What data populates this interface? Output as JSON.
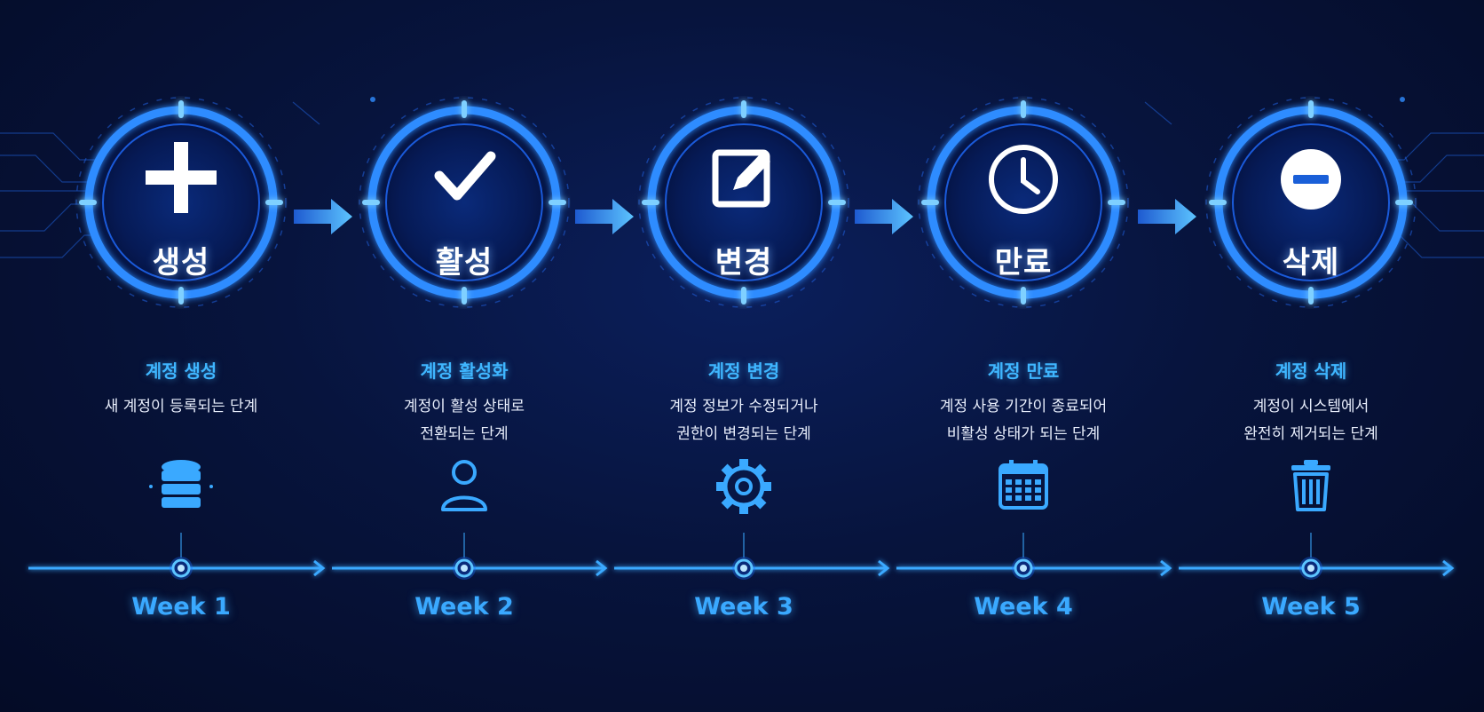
{
  "steps": [
    {
      "label": "생성",
      "title": "계정 생성",
      "desc": "새 계정이 등록되는 단계",
      "week": "Week 1"
    },
    {
      "label": "활성",
      "title": "계정 활성화",
      "desc": "계정이 활성 상태로\n전환되는 단계",
      "week": "Week 2"
    },
    {
      "label": "변경",
      "title": "계정 변경",
      "desc": "계정 정보가 수정되거나\n권한이 변경되는 단계",
      "week": "Week 3"
    },
    {
      "label": "만료",
      "title": "계정 만료",
      "desc": "계정 사용 기간이 종료되어\n비활성 상태가 되는 단계",
      "week": "Week 4"
    },
    {
      "label": "삭제",
      "title": "계정 삭제",
      "desc": "계정이 시스템에서\n완전히 제거되는 단계",
      "week": "Week 5"
    }
  ],
  "icons": {
    "main": [
      "plus-icon",
      "check-icon",
      "edit-icon",
      "clock-icon",
      "minus-circle-icon"
    ],
    "sub": [
      "database-icon",
      "user-icon",
      "gear-icon",
      "calendar-icon",
      "trash-icon"
    ]
  },
  "colors": {
    "accent": "#2f8cff",
    "glow": "#3fb6ff",
    "text": "#ffffff",
    "background": "#040b26"
  }
}
